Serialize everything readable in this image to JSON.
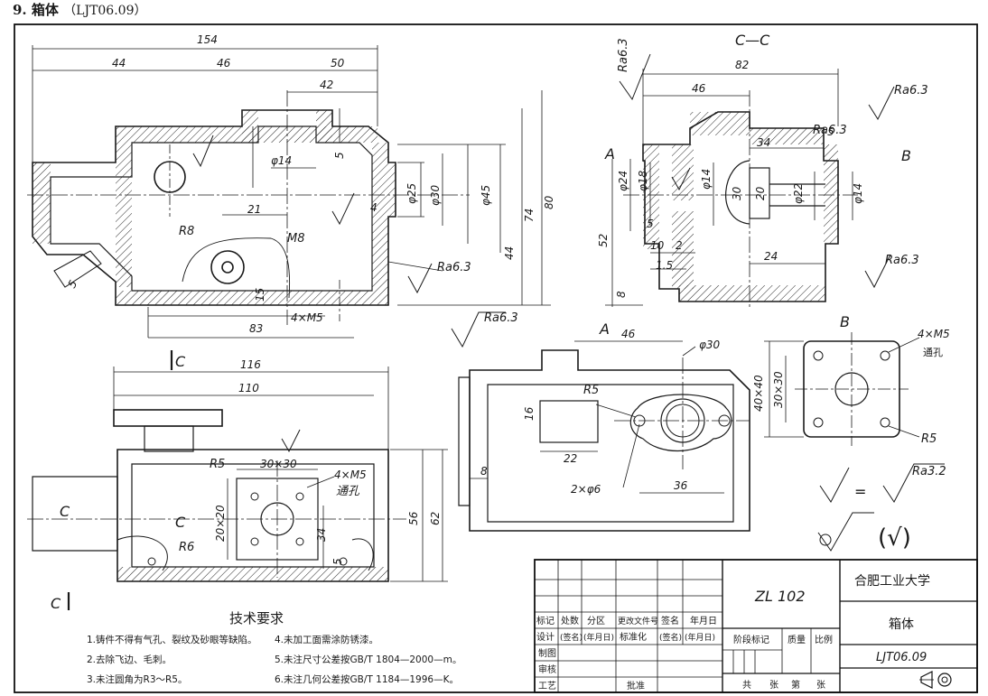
{
  "heading": {
    "number": "9.",
    "title": "箱体",
    "code": "（LJT06.09）"
  },
  "views": {
    "front": {
      "dimensions": [
        "154",
        "44",
        "46",
        "50",
        "42",
        "5",
        "φ14",
        "φ25",
        "φ30",
        "φ45",
        "4",
        "74",
        "80",
        "44",
        "21",
        "15",
        "83",
        "4×M5",
        "5"
      ],
      "labels": [
        "R8",
        "M8",
        "Ra6.3",
        "Ra6.3"
      ]
    },
    "section_cc": {
      "title": "C—C",
      "dimensions": [
        "82",
        "46",
        "34",
        "5",
        "φ24",
        "φ18",
        "φ14",
        "30",
        "20",
        "φ22",
        "φ14",
        "5",
        "10",
        "2",
        "1.5",
        "24",
        "52",
        "8"
      ],
      "labels": [
        "Ra6.3",
        "Ra6.3",
        "Ra6.3",
        "Ra6.3",
        "A",
        "B"
      ]
    },
    "top": {
      "dimensions": [
        "116",
        "110",
        "30×30",
        "4×M5",
        "20×20",
        "56",
        "62",
        "34",
        "5"
      ],
      "labels": [
        "C",
        "C",
        "C",
        "C",
        "R5",
        "R6",
        "通孔"
      ]
    },
    "view_a": {
      "title": "A",
      "dimensions": [
        "46",
        "φ30",
        "16",
        "22",
        "8",
        "36",
        "2×φ6"
      ],
      "labels": [
        "R5"
      ]
    },
    "view_b": {
      "title": "B",
      "dimensions": [
        "40×40",
        "30×30",
        "4×M5"
      ],
      "labels": [
        "通孔",
        "R5"
      ]
    },
    "roughness_legend": {
      "equals": "=",
      "value": "Ra3.2",
      "paren": "(√)"
    }
  },
  "requirements": {
    "title": "技术要求",
    "items": [
      "1.铸件不得有气孔、裂纹及砂眼等缺陷。",
      "2.去除飞边、毛刺。",
      "3.未注圆角为R3～R5。",
      "4.未加工面需涂防锈漆。",
      "5.未注尺寸公差按GB/T 1804—2000—m。",
      "6.未注几何公差按GB/T 1184—1996—K。"
    ]
  },
  "title_block": {
    "material": "ZL 102",
    "school": "合肥工业大学",
    "part_name": "箱体",
    "drawing_no": "LJT06.09",
    "header_row": [
      "标记",
      "处数",
      "分区",
      "更改文件号",
      "签名",
      "年月日"
    ],
    "design_row": [
      "设计",
      "(签名)",
      "(年月日)",
      "标准化",
      "(签名)",
      "(年月日)"
    ],
    "row_labels": [
      "制图",
      "审核",
      "工艺"
    ],
    "approve": "批准",
    "stage_mark": "阶段标记",
    "mass": "质量",
    "scale": "比例",
    "sheets": [
      "共",
      "张",
      "第",
      "张"
    ]
  }
}
